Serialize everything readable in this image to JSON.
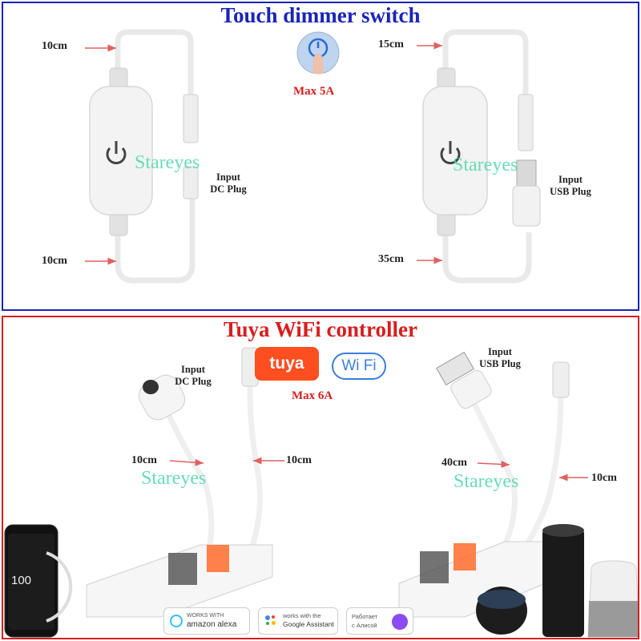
{
  "top_panel": {
    "title": "Touch dimmer switch",
    "max_label": "Max 5A",
    "left_device": {
      "cable_top": "10cm",
      "cable_bottom": "10cm",
      "input_label_1": "Input",
      "input_label_2": "DC Plug"
    },
    "right_device": {
      "cable_top": "15cm",
      "cable_bottom": "35cm",
      "input_label_1": "Input",
      "input_label_2": "USB Plug"
    }
  },
  "bottom_panel": {
    "title": "Tuya WiFi controller",
    "max_label": "Max 6A",
    "tuya_logo": "tuya",
    "wifi_logo": "Wi Fi",
    "left_device": {
      "input_label_1": "Input",
      "input_label_2": "DC Plug",
      "cable_left": "10cm",
      "cable_right": "10cm"
    },
    "right_device": {
      "input_label_1": "Input",
      "input_label_2": "USB Plug",
      "cable_left": "40cm",
      "cable_right": "10cm"
    },
    "phone_value": "100",
    "badges": {
      "alexa_1": "WORKS WITH",
      "alexa_2": "amazon alexa",
      "google_1": "works with the",
      "google_2": "Google Assistant",
      "alice_1": "Работает",
      "alice_2": "с Алисой"
    }
  },
  "watermark": "Stareyes",
  "colors": {
    "top_border": "#1a24b8",
    "bottom_border": "#d81e1e",
    "tuya": "#ff4e1f",
    "wifi": "#3a7de0"
  }
}
